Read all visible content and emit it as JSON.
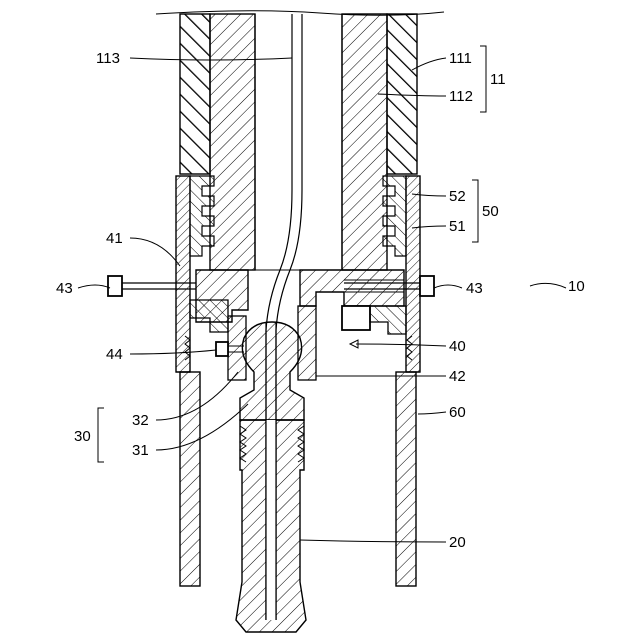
{
  "labels": {
    "l113": "113",
    "l111": "111",
    "l112": "112",
    "l11": "11",
    "l52": "52",
    "l51": "51",
    "l50": "50",
    "l41": "41",
    "l43a": "43",
    "l43b": "43",
    "l10": "10",
    "l44": "44",
    "l40": "40",
    "l42": "42",
    "l32": "32",
    "l60": "60",
    "l30": "30",
    "l31": "31",
    "l20": "20"
  }
}
